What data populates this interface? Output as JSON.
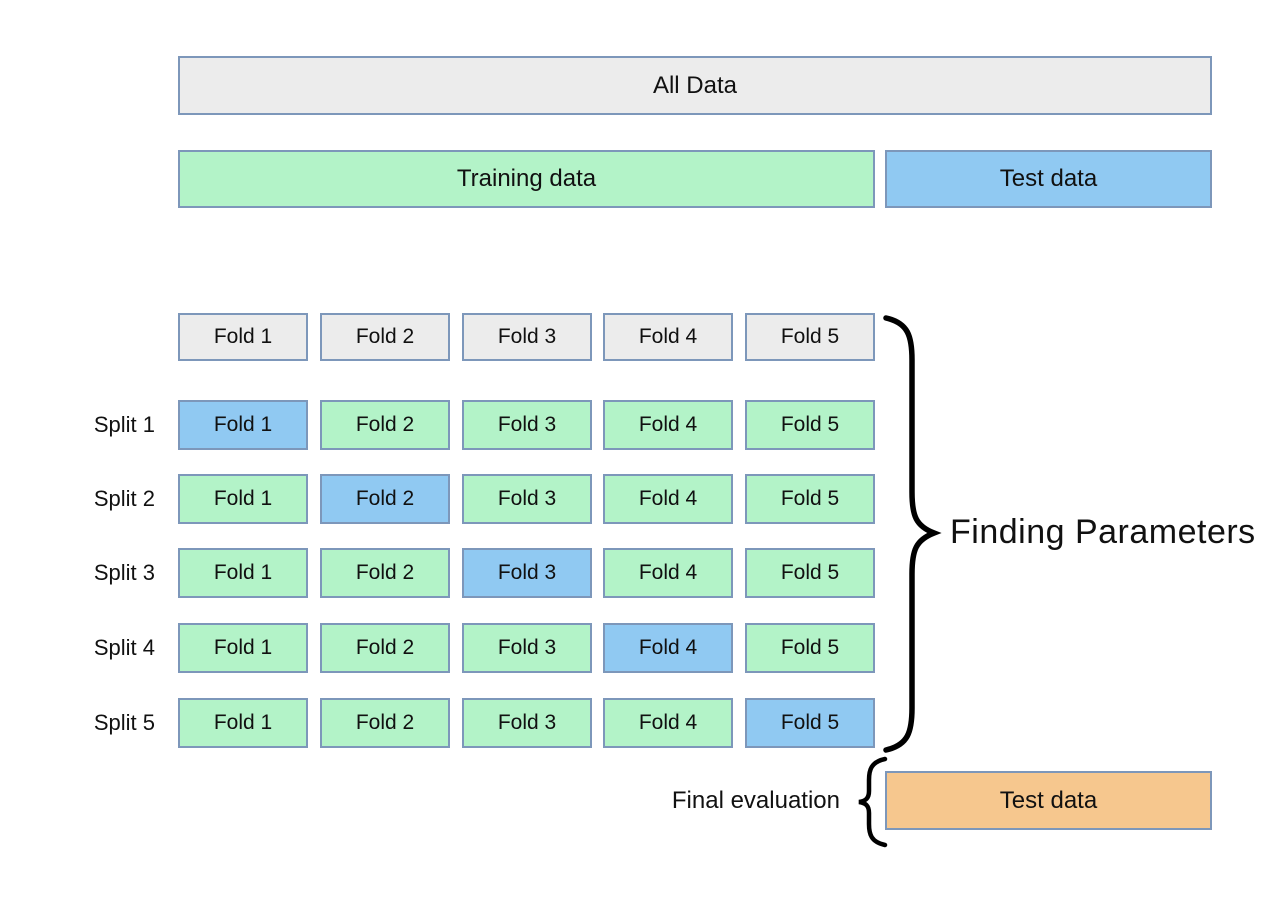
{
  "colors": {
    "grey_box": "#ececec",
    "green_box": "#b3f3c8",
    "blue_box": "#90c9f2",
    "orange_box": "#f6c78e",
    "box_border": "#7d97ba",
    "text": "#111111",
    "brace": "#000000"
  },
  "top_bar": {
    "label": "All Data"
  },
  "second_row": {
    "training_label": "Training data",
    "test_label": "Test data"
  },
  "fold_headers": [
    "Fold 1",
    "Fold 2",
    "Fold 3",
    "Fold 4",
    "Fold 5"
  ],
  "splits": [
    {
      "label": "Split 1",
      "folds": [
        "Fold 1",
        "Fold 2",
        "Fold 3",
        "Fold 4",
        "Fold 5"
      ],
      "test_fold_index": 0
    },
    {
      "label": "Split 2",
      "folds": [
        "Fold 1",
        "Fold 2",
        "Fold 3",
        "Fold 4",
        "Fold 5"
      ],
      "test_fold_index": 1
    },
    {
      "label": "Split 3",
      "folds": [
        "Fold 1",
        "Fold 2",
        "Fold 3",
        "Fold 4",
        "Fold 5"
      ],
      "test_fold_index": 2
    },
    {
      "label": "Split 4",
      "folds": [
        "Fold 1",
        "Fold 2",
        "Fold 3",
        "Fold 4",
        "Fold 5"
      ],
      "test_fold_index": 3
    },
    {
      "label": "Split 5",
      "folds": [
        "Fold 1",
        "Fold 2",
        "Fold 3",
        "Fold 4",
        "Fold 5"
      ],
      "test_fold_index": 4
    }
  ],
  "right_annotation": {
    "label": "Finding Parameters"
  },
  "final_row": {
    "label": "Final evaluation",
    "test_box_label": "Test data"
  }
}
